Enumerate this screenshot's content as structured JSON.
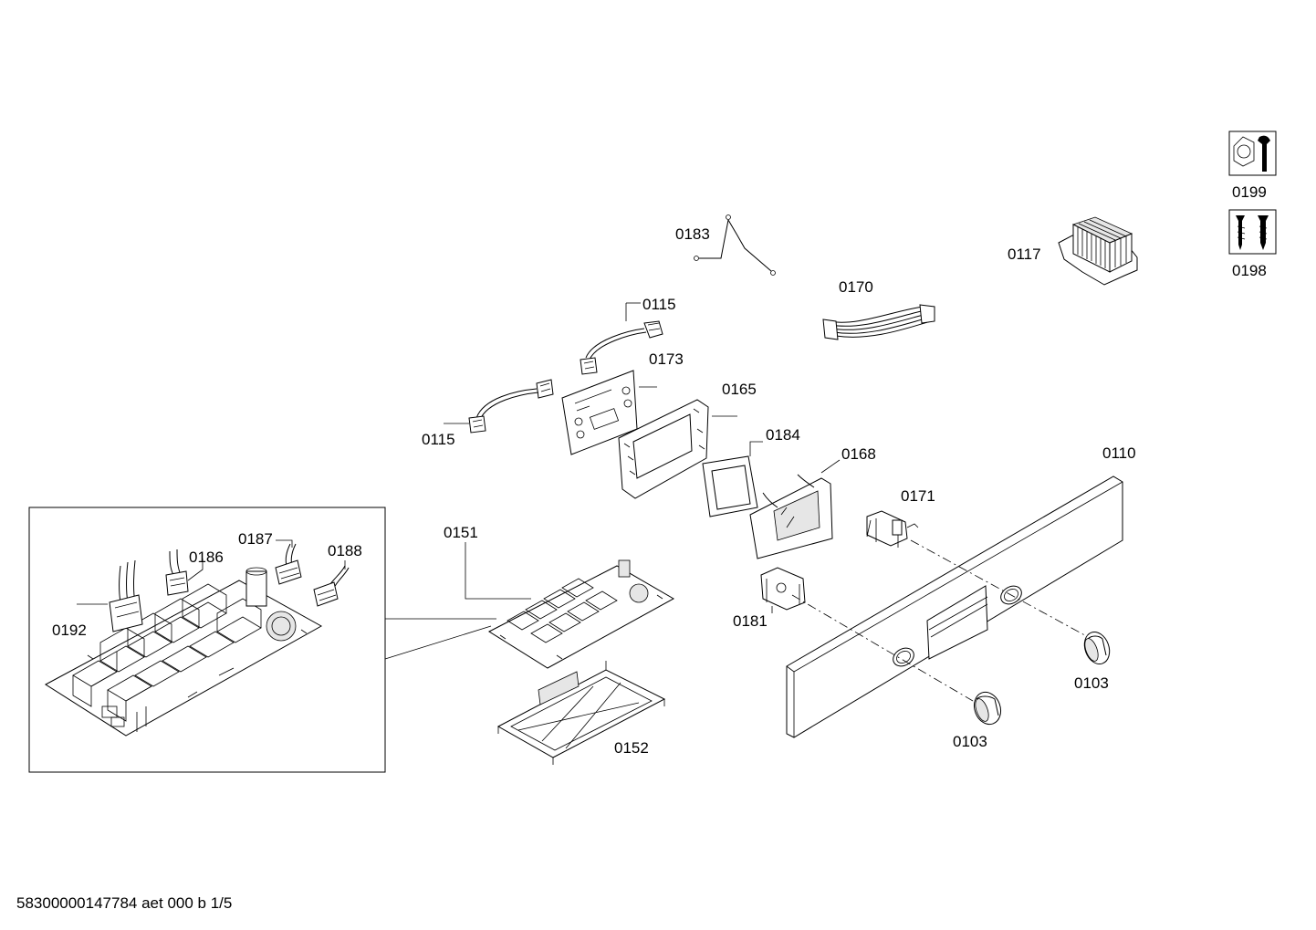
{
  "labels": {
    "p0199": "0199",
    "p0198": "0198",
    "p0183": "0183",
    "p0117": "0117",
    "p0170": "0170",
    "p0115a": "0115",
    "p0173": "0173",
    "p0165": "0165",
    "p0115b": "0115",
    "p0184": "0184",
    "p0168": "0168",
    "p0110": "0110",
    "p0171": "0171",
    "p0187": "0187",
    "p0186": "0186",
    "p0188": "0188",
    "p0151": "0151",
    "p0192": "0192",
    "p0181": "0181",
    "p0103a": "0103",
    "p0103b": "0103",
    "p0152": "0152"
  },
  "footer": {
    "document_number": "58300000147784 aet 000 b 1/5"
  },
  "icons": {
    "service": "wrench-nut-icon",
    "screws": "screws-icon"
  }
}
